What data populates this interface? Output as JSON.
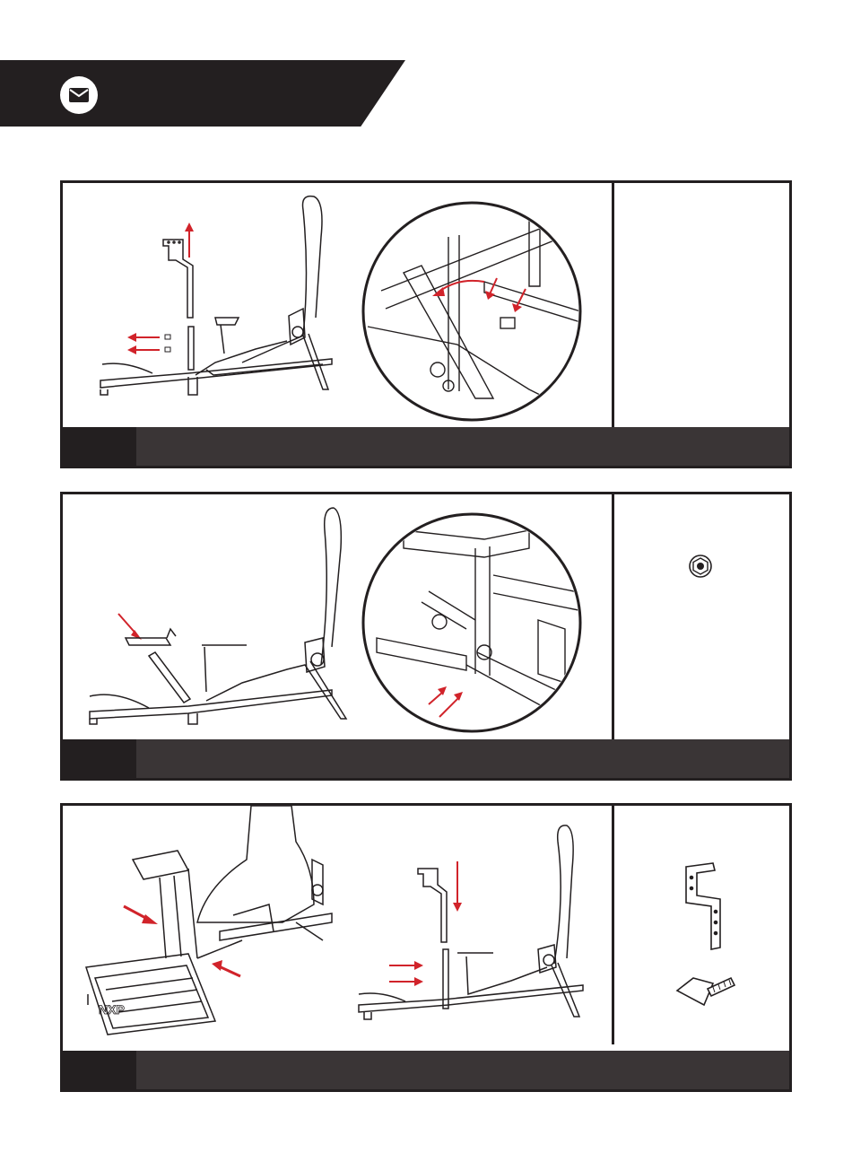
{
  "page": {
    "header_icon": "envelope-icon",
    "accent_color": "#d1232a",
    "frame_color": "#231f20",
    "footer_color": "#3a3536"
  },
  "steps": [
    {
      "step_number": "",
      "instruction": "",
      "parts": []
    },
    {
      "step_number": "",
      "instruction": "",
      "parts": [
        "flange-nut"
      ]
    },
    {
      "step_number": "",
      "instruction": "",
      "parts": [
        "offset-bracket",
        "thumb-screw"
      ]
    }
  ],
  "logo_text": "NXP"
}
